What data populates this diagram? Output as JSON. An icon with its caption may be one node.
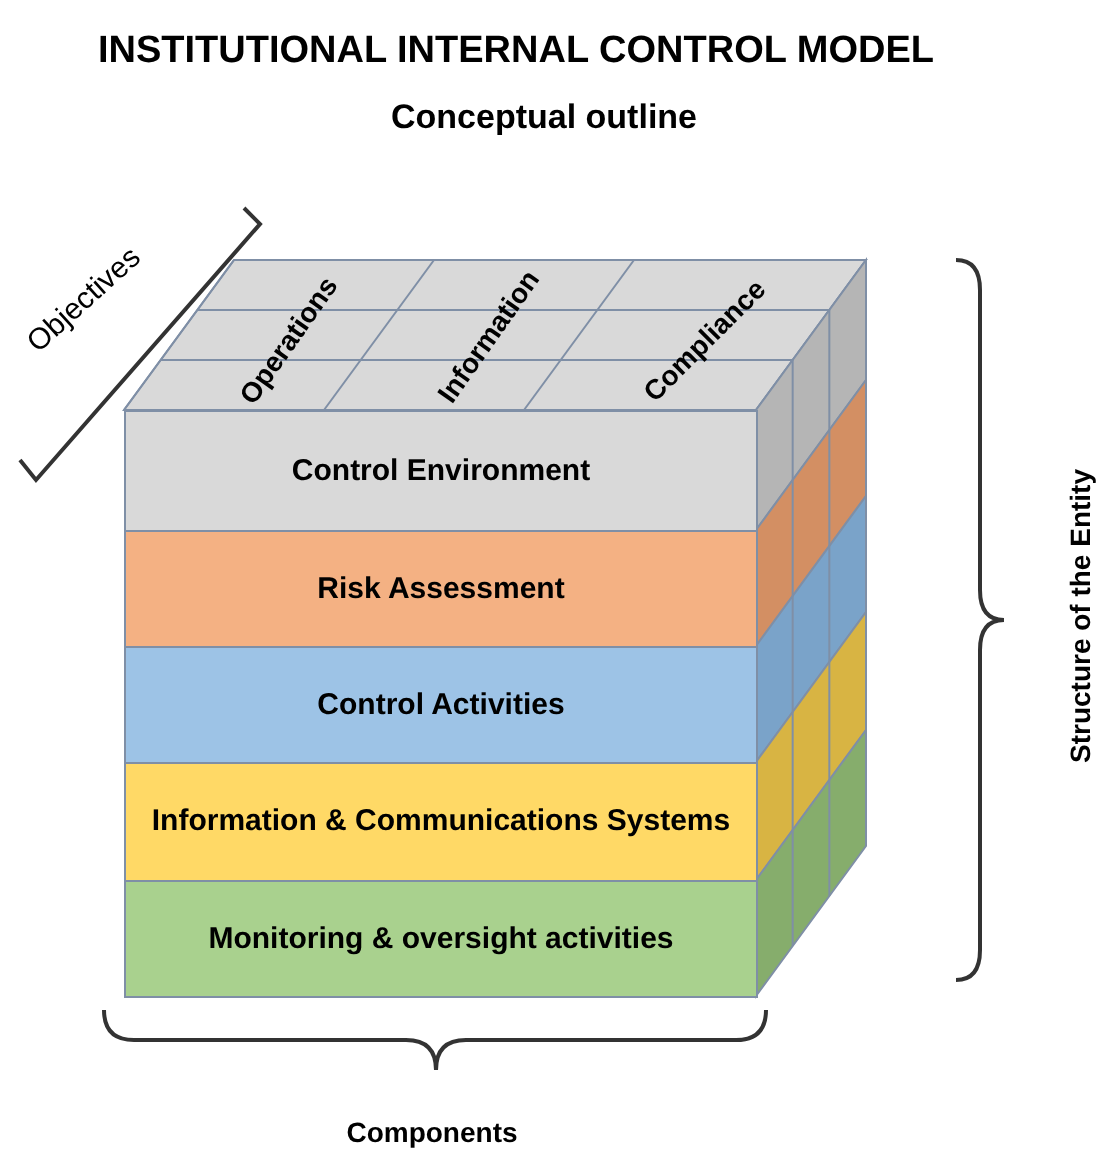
{
  "diagram": {
    "title": "INSTITUTIONAL INTERNAL CONTROL MODEL",
    "nodes": [
      {
        "text": [
          "Control Environment"
        ]
      },
      {
        "text": [
          "Risk Assessment"
        ]
      },
      {
        "text": [
          "Control Activities"
        ]
      },
      {
        "text": [
          "Information & Communications Systems"
        ]
      },
      {
        "text": [
          "Monitoring & oversight activities"
        ]
      }
    ],
    "edges": [],
    "labels": [
      "Conceptual outline",
      "Objectives",
      "Operations",
      "Information",
      "Compliance",
      "Structure of the Entity",
      "Components"
    ]
  }
}
